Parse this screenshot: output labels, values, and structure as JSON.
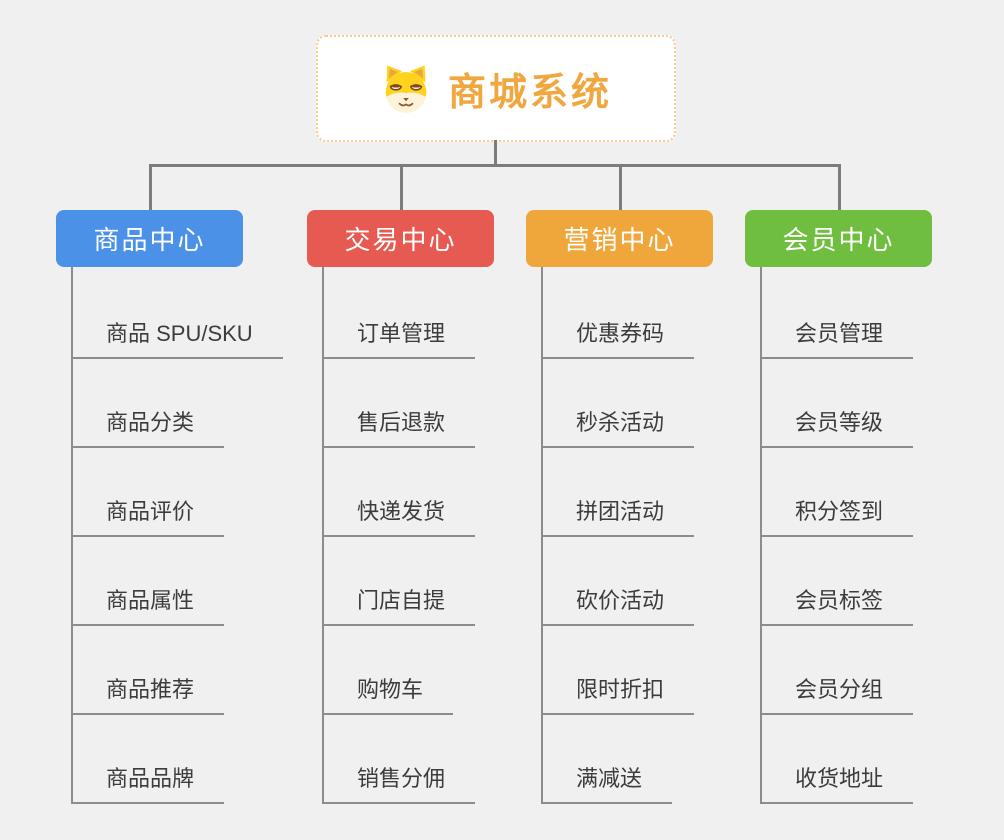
{
  "app": {
    "type": "mind-map",
    "background_color": "#f0f0f0",
    "connector_color": "#7c7c7c"
  },
  "root": {
    "title": "商城系统",
    "icon": "dog-face-icon",
    "accent_color": "#f1a73f",
    "border_color": "#f6cd8e"
  },
  "branches": [
    {
      "id": "product-center",
      "label": "商品中心",
      "color": "#4b91e8",
      "children": [
        "商品 SPU/SKU",
        "商品分类",
        "商品评价",
        "商品属性",
        "商品推荐",
        "商品品牌"
      ]
    },
    {
      "id": "trade-center",
      "label": "交易中心",
      "color": "#e65a52",
      "children": [
        "订单管理",
        "售后退款",
        "快递发货",
        "门店自提",
        "购物车",
        "销售分佣"
      ]
    },
    {
      "id": "marketing-center",
      "label": "营销中心",
      "color": "#efa73c",
      "children": [
        "优惠券码",
        "秒杀活动",
        "拼团活动",
        "砍价活动",
        "限时折扣",
        "满减送"
      ]
    },
    {
      "id": "member-center",
      "label": "会员中心",
      "color": "#6fbe40",
      "children": [
        "会员管理",
        "会员等级",
        "积分签到",
        "会员标签",
        "会员分组",
        "收货地址"
      ]
    }
  ]
}
